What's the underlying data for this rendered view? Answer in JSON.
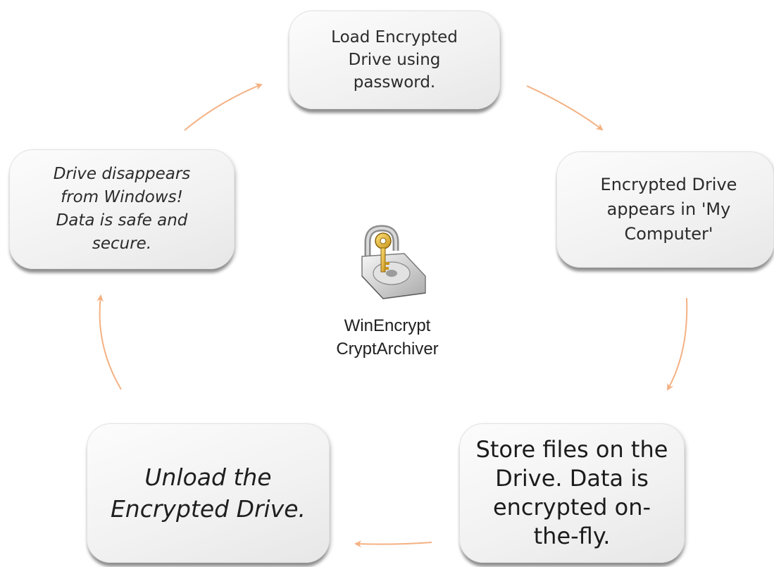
{
  "cycle": {
    "steps": [
      {
        "id": "load",
        "text": "Load Encrypted\nDrive using\npassword."
      },
      {
        "id": "appear",
        "text": "Encrypted Drive\nappears in 'My\nComputer'"
      },
      {
        "id": "store",
        "text": "Store files on the\nDrive. Data is\nencrypted on-\nthe-fly."
      },
      {
        "id": "unload",
        "text": "Unload the\nEncrypted Drive."
      },
      {
        "id": "disappear",
        "text": "Drive disappears\nfrom Windows!\nData is safe and\nsecure."
      }
    ],
    "center_label": "WinEncrypt\nCryptArchiver",
    "center_icon": "padlock-key-drive-icon",
    "arrow_color": "#f4b183"
  }
}
